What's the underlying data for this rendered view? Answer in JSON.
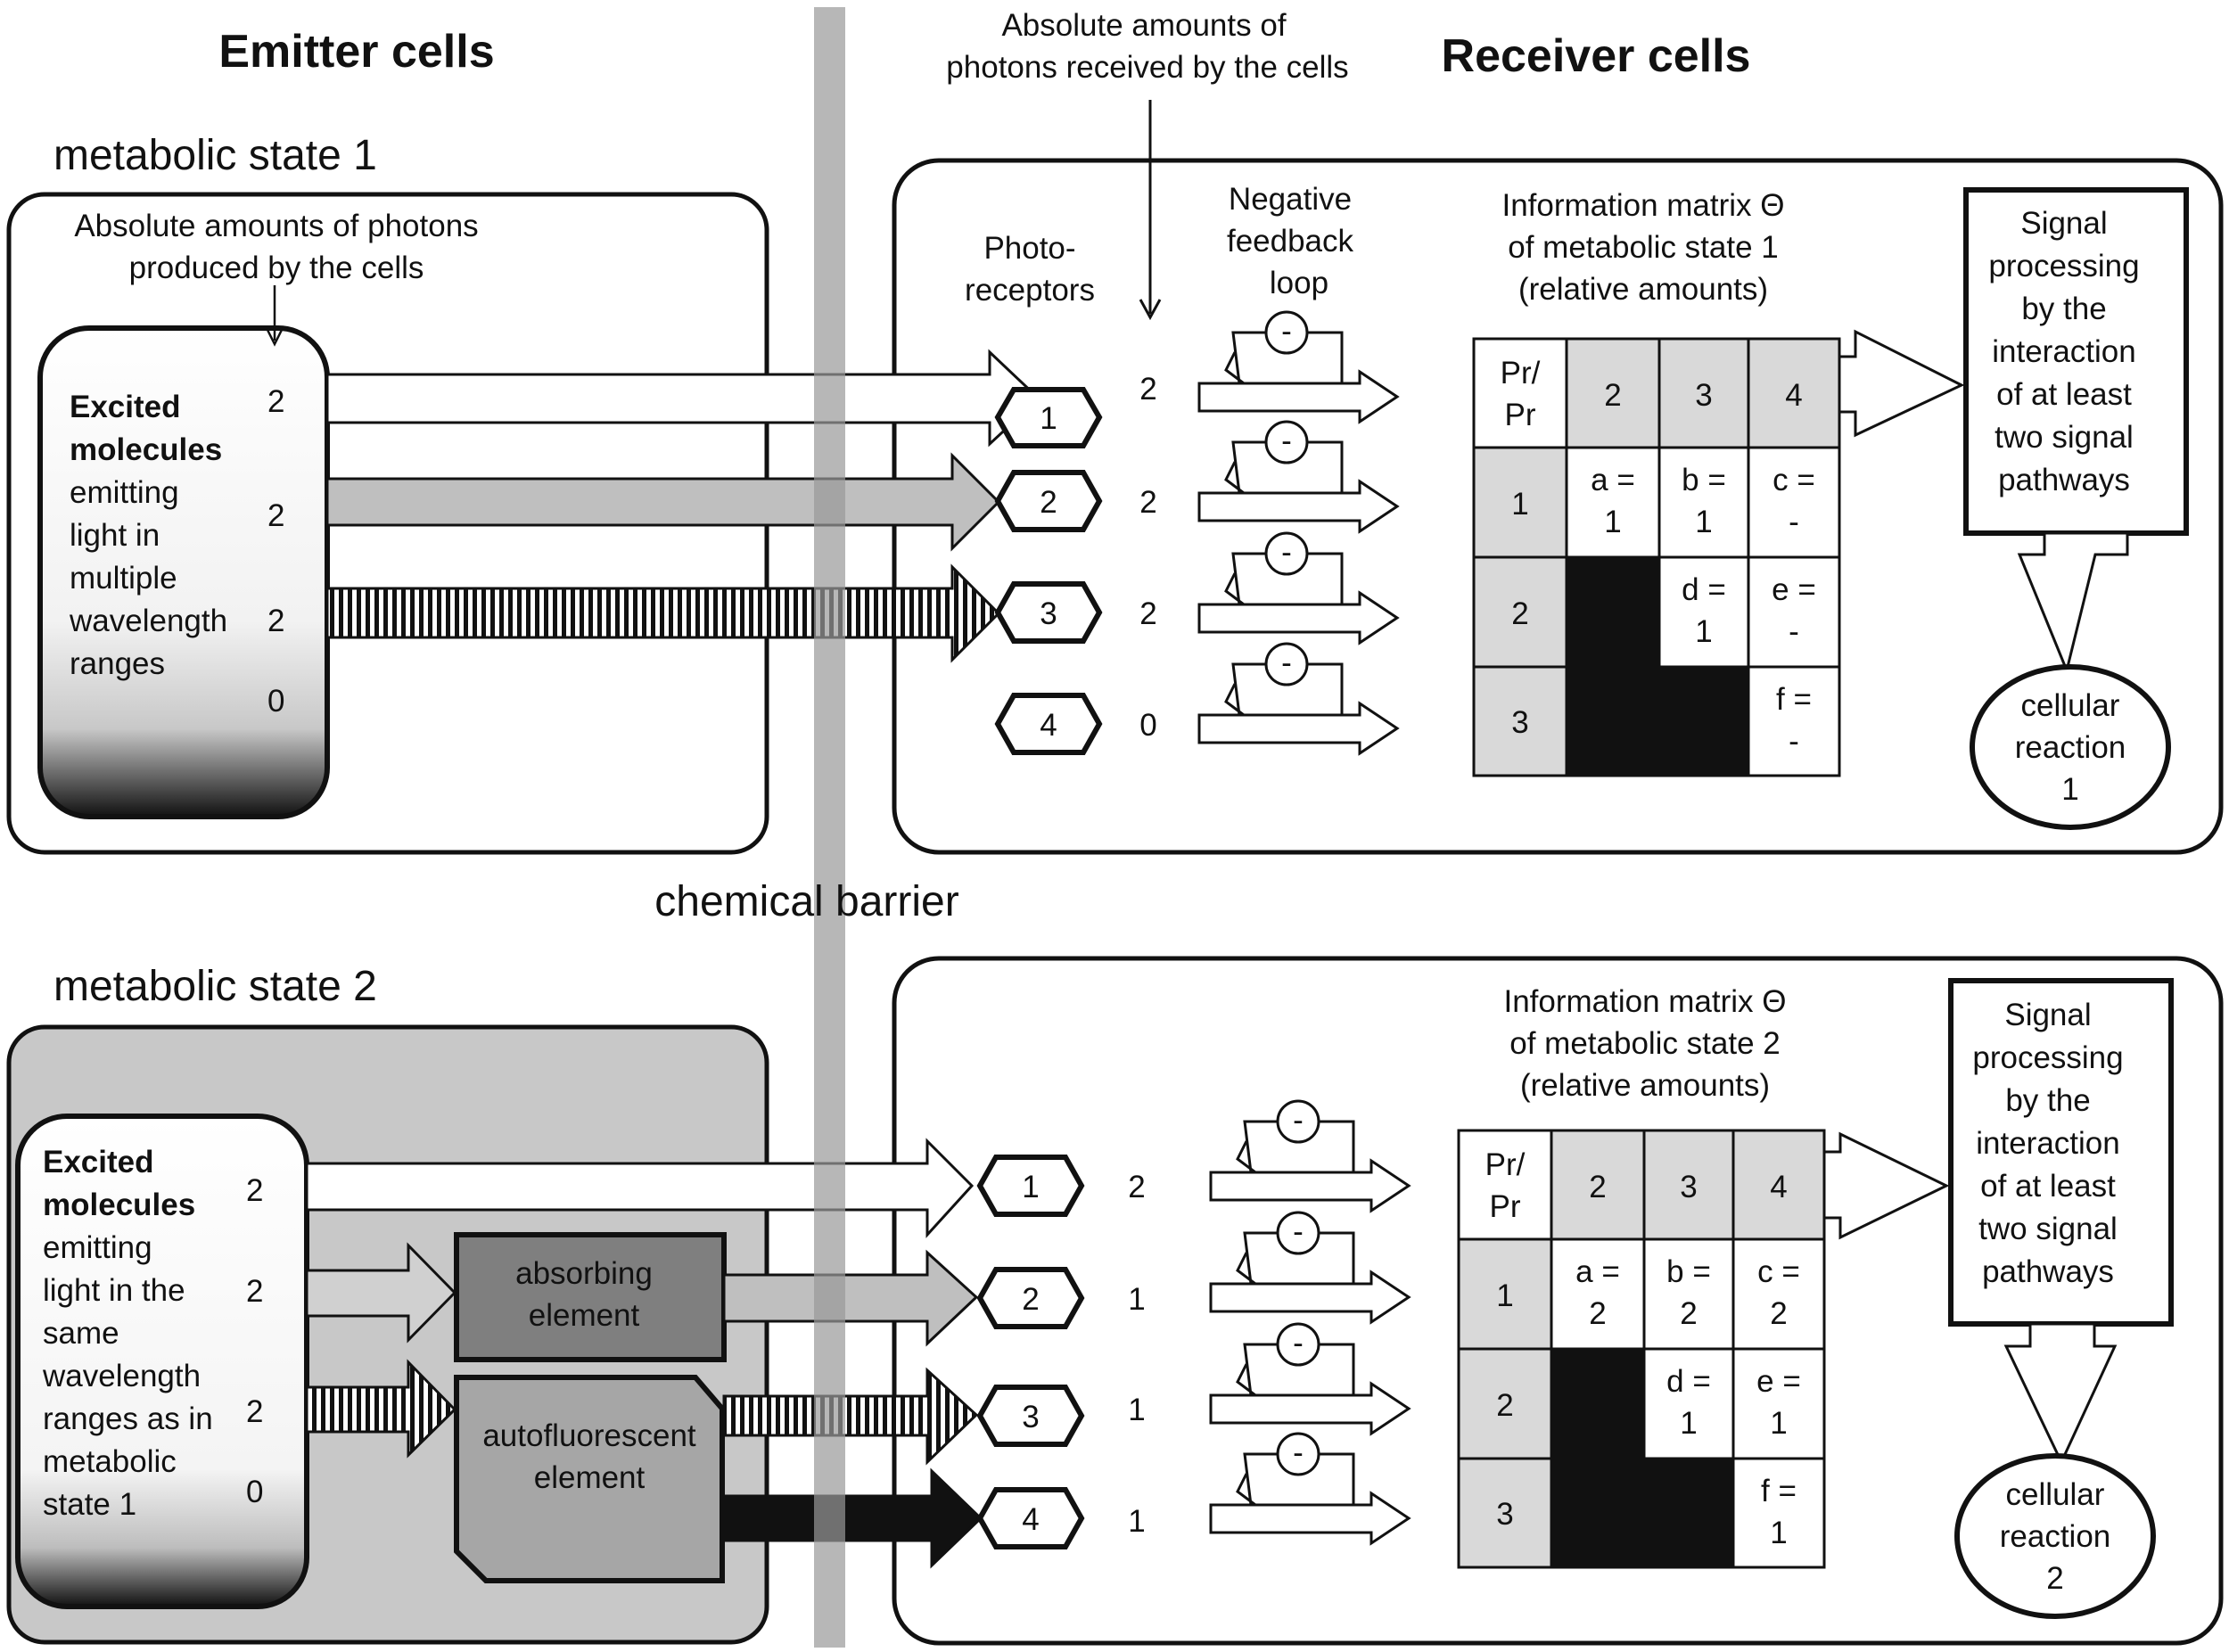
{
  "headers": {
    "emitter": "Emitter cells",
    "receiver": "Receiver cells",
    "received_note": [
      "Absolute amounts of",
      "photons received by the cells"
    ],
    "barrier": "chemical barrier"
  },
  "state1": {
    "title": "metabolic state 1",
    "produced_note": [
      "Absolute amounts of photons",
      "produced  by the cells"
    ],
    "excited_lines": [
      "Excited",
      "molecules",
      "emitting",
      "light in",
      "multiple",
      "wavelength",
      "ranges"
    ],
    "emitted_counts": [
      "2",
      "2",
      "2",
      "0"
    ],
    "column_labels": {
      "photoreceptors": [
        "Photo-",
        "receptors"
      ],
      "feedback": [
        "Negative",
        "feedback",
        "loop"
      ]
    },
    "receptors": [
      "1",
      "2",
      "3",
      "4"
    ],
    "received_counts": [
      "2",
      "2",
      "2",
      "0"
    ],
    "feedback_symbol": "-",
    "matrix_title": [
      "Information matrix Θ",
      "of metabolic state 1",
      "(relative amounts)"
    ],
    "matrix": {
      "corner": [
        "Pr/",
        "Pr"
      ],
      "col_headers": [
        "2",
        "3",
        "4"
      ],
      "row_headers": [
        "1",
        "2",
        "3"
      ],
      "cells": [
        {
          "top": "a =",
          "bottom": "1"
        },
        {
          "top": "b =",
          "bottom": "1"
        },
        {
          "top": "c =",
          "bottom": "-"
        },
        {
          "top": "d =",
          "bottom": "1"
        },
        {
          "top": "e =",
          "bottom": "-"
        },
        {
          "top": "f =",
          "bottom": "-"
        }
      ]
    },
    "signal_box": [
      "Signal",
      "processing",
      "by  the",
      "interaction",
      "of at least",
      "two signal",
      "pathways"
    ],
    "reaction": [
      "cellular",
      "reaction",
      "1"
    ]
  },
  "state2": {
    "title": "metabolic state 2",
    "excited_lines": [
      "Excited",
      "molecules",
      "emitting",
      "light in the",
      "same",
      "wavelength",
      "ranges as  in",
      "metabolic",
      "state 1"
    ],
    "emitted_counts": [
      "2",
      "2",
      "2",
      "0"
    ],
    "absorbing": [
      "absorbing",
      "element"
    ],
    "autofluorescent": [
      "autofluorescent",
      "element"
    ],
    "receptors": [
      "1",
      "2",
      "3",
      "4"
    ],
    "received_counts": [
      "2",
      "1",
      "1",
      "1"
    ],
    "feedback_symbol": "-",
    "matrix_title": [
      "Information matrix Θ",
      "of metabolic state 2",
      "(relative amounts)"
    ],
    "matrix": {
      "corner": [
        "Pr/",
        "Pr"
      ],
      "col_headers": [
        "2",
        "3",
        "4"
      ],
      "row_headers": [
        "1",
        "2",
        "3"
      ],
      "cells": [
        {
          "top": "a =",
          "bottom": "2"
        },
        {
          "top": "b =",
          "bottom": "2"
        },
        {
          "top": "c =",
          "bottom": "2"
        },
        {
          "top": "d =",
          "bottom": "1"
        },
        {
          "top": "e =",
          "bottom": "1"
        },
        {
          "top": "f =",
          "bottom": "1"
        }
      ]
    },
    "signal_box": [
      "Signal",
      "processing",
      "by  the",
      "interaction",
      "of at least",
      "two signal",
      "pathways"
    ],
    "reaction": [
      "cellular",
      "reaction",
      "2"
    ]
  },
  "colors": {
    "barrier": "#b8b8b8",
    "header_cell": "#d9d9d9",
    "emitter_bg_state2": "#c8c8c8",
    "absorbing_fill": "#7f7f7f",
    "autofluorescent_fill": "#a6a6a6",
    "gray_arrow": "#bfbfbf"
  }
}
